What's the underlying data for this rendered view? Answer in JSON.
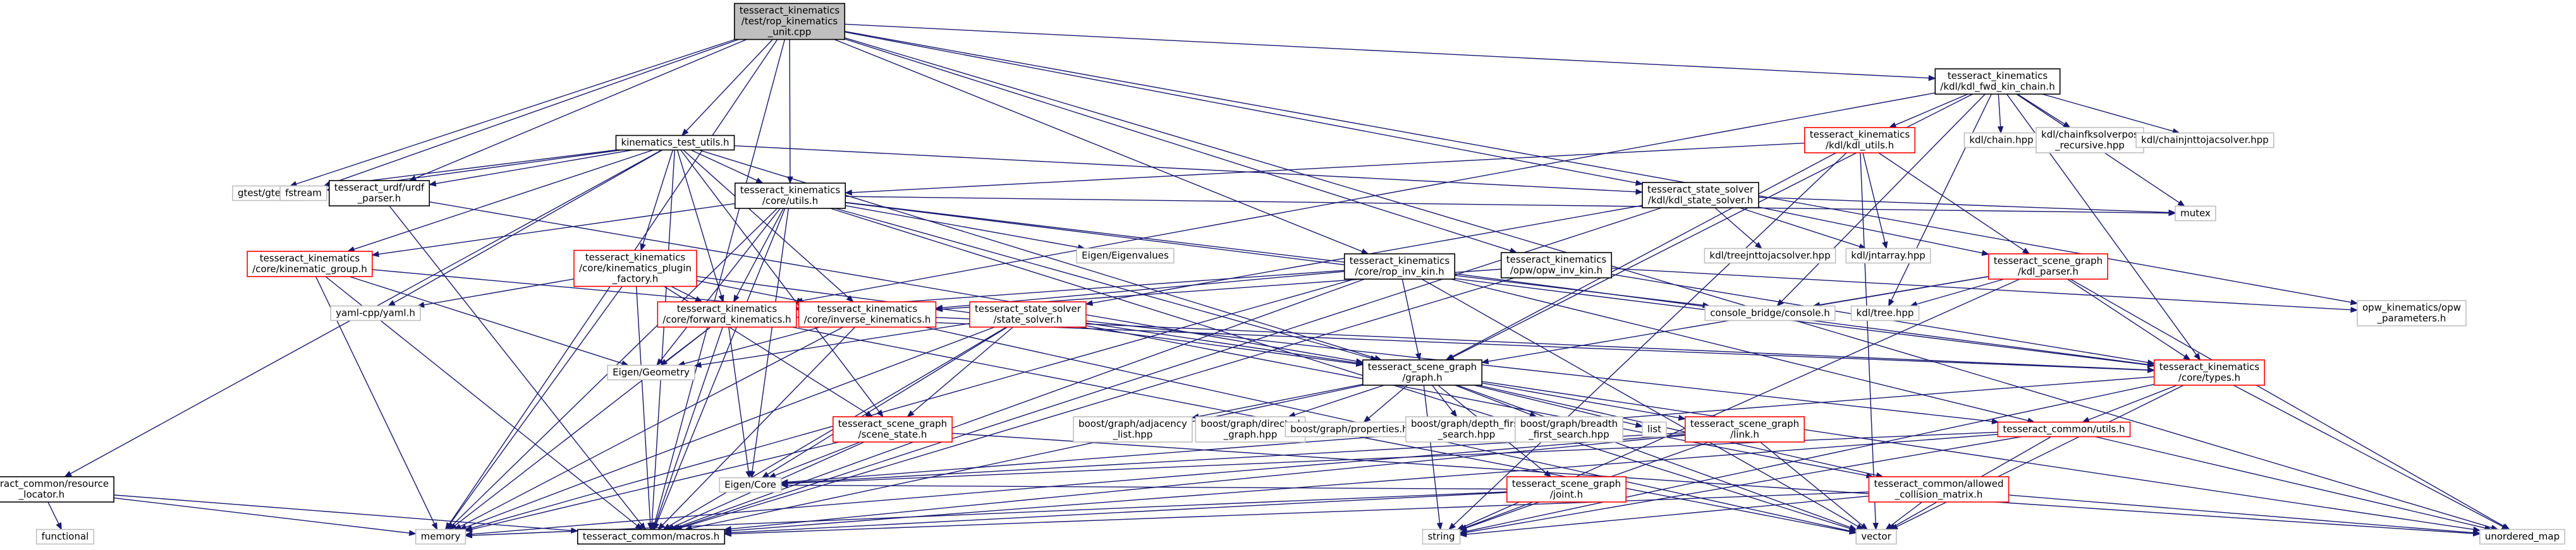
{
  "colors": {
    "edge": "#191970",
    "root_fill": "#bfbfbf",
    "linked_border": "#000000",
    "documented_border": "#ff0000",
    "external_border": "#bfbfbf",
    "text": "#000000"
  },
  "nodes": [
    {
      "id": "root",
      "lines": [
        "tesseract_kinematics",
        "/test/rop_kinematics",
        "_unit.cpp"
      ],
      "kind": "root"
    },
    {
      "id": "kdl_fwd_kin_chain",
      "lines": [
        "tesseract_kinematics",
        "/kdl/kdl_fwd_kin_chain.h"
      ],
      "kind": "linked"
    },
    {
      "id": "kinematics_test_utils",
      "lines": [
        "kinematics_test_utils.h"
      ],
      "kind": "linked"
    },
    {
      "id": "kdl_utils",
      "lines": [
        "tesseract_kinematics",
        "/kdl/kdl_utils.h"
      ],
      "kind": "documented"
    },
    {
      "id": "kdl_chain",
      "lines": [
        "kdl/chain.hpp"
      ],
      "kind": "external"
    },
    {
      "id": "kdl_chainfksolverpos",
      "lines": [
        "kdl/chainfksolverpos",
        "_recursive.hpp"
      ],
      "kind": "external"
    },
    {
      "id": "kdl_chainjnttojacsolver",
      "lines": [
        "kdl/chainjnttojacsolver.hpp"
      ],
      "kind": "external"
    },
    {
      "id": "gtest",
      "lines": [
        "gtest/gtest.h"
      ],
      "kind": "external"
    },
    {
      "id": "fstream",
      "lines": [
        "fstream"
      ],
      "kind": "external"
    },
    {
      "id": "urdf_parser",
      "lines": [
        "tesseract_urdf/urdf",
        "_parser.h"
      ],
      "kind": "linked"
    },
    {
      "id": "core_utils",
      "lines": [
        "tesseract_kinematics",
        "/core/utils.h"
      ],
      "kind": "linked"
    },
    {
      "id": "kdl_state_solver",
      "lines": [
        "tesseract_state_solver",
        "/kdl/kdl_state_solver.h"
      ],
      "kind": "linked"
    },
    {
      "id": "mutex",
      "lines": [
        "mutex"
      ],
      "kind": "external"
    },
    {
      "id": "kinematic_group",
      "lines": [
        "tesseract_kinematics",
        "/core/kinematic_group.h"
      ],
      "kind": "documented"
    },
    {
      "id": "kinematics_plugin_factory",
      "lines": [
        "tesseract_kinematics",
        "/core/kinematics_plugin",
        "_factory.h"
      ],
      "kind": "documented"
    },
    {
      "id": "eigenvalues",
      "lines": [
        "Eigen/Eigenvalues"
      ],
      "kind": "external"
    },
    {
      "id": "rop_inv_kin",
      "lines": [
        "tesseract_kinematics",
        "/core/rop_inv_kin.h"
      ],
      "kind": "linked"
    },
    {
      "id": "opw_inv_kin",
      "lines": [
        "tesseract_kinematics",
        "/opw/opw_inv_kin.h"
      ],
      "kind": "linked"
    },
    {
      "id": "kdl_treejnttojacsolver",
      "lines": [
        "kdl/treejnttojacsolver.hpp"
      ],
      "kind": "external"
    },
    {
      "id": "kdl_jntarray",
      "lines": [
        "kdl/jntarray.hpp"
      ],
      "kind": "external"
    },
    {
      "id": "kdl_parser",
      "lines": [
        "tesseract_scene_graph",
        "/kdl_parser.h"
      ],
      "kind": "documented"
    },
    {
      "id": "opw_parameters",
      "lines": [
        "opw_kinematics/opw",
        "_parameters.h"
      ],
      "kind": "external"
    },
    {
      "id": "yaml_cpp",
      "lines": [
        "yaml-cpp/yaml.h"
      ],
      "kind": "external"
    },
    {
      "id": "forward_kinematics",
      "lines": [
        "tesseract_kinematics",
        "/core/forward_kinematics.h"
      ],
      "kind": "documented"
    },
    {
      "id": "inverse_kinematics",
      "lines": [
        "tesseract_kinematics",
        "/core/inverse_kinematics.h"
      ],
      "kind": "documented"
    },
    {
      "id": "state_solver",
      "lines": [
        "tesseract_state_solver",
        "/state_solver.h"
      ],
      "kind": "documented"
    },
    {
      "id": "console_bridge",
      "lines": [
        "console_bridge/console.h"
      ],
      "kind": "external"
    },
    {
      "id": "kdl_tree",
      "lines": [
        "kdl/tree.hpp"
      ],
      "kind": "external"
    },
    {
      "id": "eigen_geometry",
      "lines": [
        "Eigen/Geometry"
      ],
      "kind": "external"
    },
    {
      "id": "scene_graph_graph",
      "lines": [
        "tesseract_scene_graph",
        "/graph.h"
      ],
      "kind": "linked"
    },
    {
      "id": "core_types",
      "lines": [
        "tesseract_kinematics",
        "/core/types.h"
      ],
      "kind": "documented"
    },
    {
      "id": "boost_adjacency_list",
      "lines": [
        "boost/graph/adjacency",
        "_list.hpp"
      ],
      "kind": "external"
    },
    {
      "id": "boost_directed_graph",
      "lines": [
        "boost/graph/directed",
        "_graph.hpp"
      ],
      "kind": "external"
    },
    {
      "id": "boost_properties",
      "lines": [
        "boost/graph/properties.hpp"
      ],
      "kind": "external"
    },
    {
      "id": "boost_depth_first",
      "lines": [
        "boost/graph/depth_first",
        "_search.hpp"
      ],
      "kind": "external"
    },
    {
      "id": "boost_breadth_first",
      "lines": [
        "boost/graph/breadth",
        "_first_search.hpp"
      ],
      "kind": "external"
    },
    {
      "id": "list",
      "lines": [
        "list"
      ],
      "kind": "external"
    },
    {
      "id": "scene_graph_link",
      "lines": [
        "tesseract_scene_graph",
        "/link.h"
      ],
      "kind": "documented"
    },
    {
      "id": "scene_state",
      "lines": [
        "tesseract_scene_graph",
        "/scene_state.h"
      ],
      "kind": "documented"
    },
    {
      "id": "common_utils",
      "lines": [
        "tesseract_common/utils.h"
      ],
      "kind": "documented"
    },
    {
      "id": "resource_locator",
      "lines": [
        "tesseract_common/resource",
        "_locator.h"
      ],
      "kind": "linked"
    },
    {
      "id": "eigen_core",
      "lines": [
        "Eigen/Core"
      ],
      "kind": "external"
    },
    {
      "id": "scene_graph_joint",
      "lines": [
        "tesseract_scene_graph",
        "/joint.h"
      ],
      "kind": "documented"
    },
    {
      "id": "allowed_collision_matrix",
      "lines": [
        "tesseract_common/allowed",
        "_collision_matrix.h"
      ],
      "kind": "documented"
    },
    {
      "id": "functional",
      "lines": [
        "functional"
      ],
      "kind": "external"
    },
    {
      "id": "memory",
      "lines": [
        "memory"
      ],
      "kind": "external"
    },
    {
      "id": "common_macros",
      "lines": [
        "tesseract_common/macros.h"
      ],
      "kind": "linked"
    },
    {
      "id": "string",
      "lines": [
        "string"
      ],
      "kind": "external"
    },
    {
      "id": "vector",
      "lines": [
        "vector"
      ],
      "kind": "external"
    },
    {
      "id": "unordered_map",
      "lines": [
        "unordered_map"
      ],
      "kind": "external"
    }
  ],
  "edges": [
    [
      "root",
      "kdl_fwd_kin_chain"
    ],
    [
      "root",
      "kinematics_test_utils"
    ],
    [
      "root",
      "gtest"
    ],
    [
      "root",
      "fstream"
    ],
    [
      "root",
      "urdf_parser"
    ],
    [
      "root",
      "core_utils"
    ],
    [
      "root",
      "kdl_state_solver"
    ],
    [
      "root",
      "rop_inv_kin"
    ],
    [
      "root",
      "opw_inv_kin"
    ],
    [
      "root",
      "opw_parameters"
    ],
    [
      "root",
      "memory"
    ],
    [
      "root",
      "common_macros"
    ],
    [
      "root",
      "unordered_map"
    ],
    [
      "kdl_fwd_kin_chain",
      "kdl_utils"
    ],
    [
      "kdl_fwd_kin_chain",
      "kdl_chain"
    ],
    [
      "kdl_fwd_kin_chain",
      "kdl_chainfksolverpos"
    ],
    [
      "kdl_fwd_kin_chain",
      "kdl_chainjnttojacsolver"
    ],
    [
      "kdl_fwd_kin_chain",
      "mutex"
    ],
    [
      "kdl_fwd_kin_chain",
      "console_bridge"
    ],
    [
      "kdl_fwd_kin_chain",
      "kdl_tree"
    ],
    [
      "kdl_fwd_kin_chain",
      "forward_kinematics"
    ],
    [
      "kdl_fwd_kin_chain",
      "core_types"
    ],
    [
      "kdl_fwd_kin_chain",
      "scene_graph_graph"
    ],
    [
      "kdl_utils",
      "kdl_parser"
    ],
    [
      "kdl_utils",
      "kdl_jntarray"
    ],
    [
      "kdl_utils",
      "core_utils"
    ],
    [
      "kdl_utils",
      "vector"
    ],
    [
      "kdl_utils",
      "string"
    ],
    [
      "kdl_utils",
      "scene_graph_graph"
    ],
    [
      "kinematics_test_utils",
      "gtest"
    ],
    [
      "kinematics_test_utils",
      "fstream"
    ],
    [
      "kinematics_test_utils",
      "urdf_parser"
    ],
    [
      "kinematics_test_utils",
      "core_utils"
    ],
    [
      "kinematics_test_utils",
      "kinematic_group"
    ],
    [
      "kinematics_test_utils",
      "kinematics_plugin_factory"
    ],
    [
      "kinematics_test_utils",
      "forward_kinematics"
    ],
    [
      "kinematics_test_utils",
      "inverse_kinematics"
    ],
    [
      "kinematics_test_utils",
      "yaml_cpp"
    ],
    [
      "kinematics_test_utils",
      "resource_locator"
    ],
    [
      "kinematics_test_utils",
      "common_macros"
    ],
    [
      "kinematics_test_utils",
      "scene_graph_graph"
    ],
    [
      "kinematics_test_utils",
      "scene_state"
    ],
    [
      "kinematics_test_utils",
      "kdl_state_solver"
    ],
    [
      "urdf_parser",
      "scene_graph_graph"
    ],
    [
      "urdf_parser",
      "common_macros"
    ],
    [
      "core_utils",
      "kinematic_group"
    ],
    [
      "core_utils",
      "forward_kinematics"
    ],
    [
      "core_utils",
      "eigenvalues"
    ],
    [
      "core_utils",
      "eigen_geometry"
    ],
    [
      "core_utils",
      "eigen_core"
    ],
    [
      "core_utils",
      "core_types"
    ],
    [
      "core_utils",
      "console_bridge"
    ],
    [
      "core_utils",
      "scene_graph_graph"
    ],
    [
      "core_utils",
      "vector"
    ],
    [
      "core_utils",
      "memory"
    ],
    [
      "core_utils",
      "common_macros"
    ],
    [
      "core_utils",
      "mutex"
    ],
    [
      "kdl_state_solver",
      "kdl_parser"
    ],
    [
      "kdl_state_solver",
      "state_solver"
    ],
    [
      "kdl_state_solver",
      "kdl_treejnttojacsolver"
    ],
    [
      "kdl_state_solver",
      "kdl_jntarray"
    ],
    [
      "kdl_state_solver",
      "mutex"
    ],
    [
      "kdl_state_solver",
      "common_macros"
    ],
    [
      "kinematic_group",
      "inverse_kinematics"
    ],
    [
      "kinematic_group",
      "eigen_geometry"
    ],
    [
      "kinematic_group",
      "memory"
    ],
    [
      "kinematic_group",
      "common_macros"
    ],
    [
      "kinematics_plugin_factory",
      "forward_kinematics"
    ],
    [
      "kinematics_plugin_factory",
      "inverse_kinematics"
    ],
    [
      "kinematics_plugin_factory",
      "yaml_cpp"
    ],
    [
      "kinematics_plugin_factory",
      "scene_graph_graph"
    ],
    [
      "kinematics_plugin_factory",
      "scene_state"
    ],
    [
      "kinematics_plugin_factory",
      "common_macros"
    ],
    [
      "kinematics_plugin_factory",
      "memory"
    ],
    [
      "rop_inv_kin",
      "inverse_kinematics"
    ],
    [
      "rop_inv_kin",
      "forward_kinematics"
    ],
    [
      "rop_inv_kin",
      "scene_graph_graph"
    ],
    [
      "rop_inv_kin",
      "core_types"
    ],
    [
      "rop_inv_kin",
      "common_macros"
    ],
    [
      "rop_inv_kin",
      "memory"
    ],
    [
      "rop_inv_kin",
      "common_utils"
    ],
    [
      "rop_inv_kin",
      "vector"
    ],
    [
      "opw_inv_kin",
      "inverse_kinematics"
    ],
    [
      "opw_inv_kin",
      "opw_parameters"
    ],
    [
      "opw_inv_kin",
      "common_macros"
    ],
    [
      "opw_inv_kin",
      "core_types"
    ],
    [
      "kdl_parser",
      "console_bridge"
    ],
    [
      "kdl_parser",
      "kdl_tree"
    ],
    [
      "kdl_parser",
      "scene_graph_graph"
    ],
    [
      "kdl_parser",
      "core_types"
    ],
    [
      "kdl_parser",
      "unordered_map"
    ],
    [
      "kdl_parser",
      "string"
    ],
    [
      "forward_kinematics",
      "eigen_geometry"
    ],
    [
      "forward_kinematics",
      "eigen_core"
    ],
    [
      "forward_kinematics",
      "core_types"
    ],
    [
      "forward_kinematics",
      "memory"
    ],
    [
      "forward_kinematics",
      "common_macros"
    ],
    [
      "forward_kinematics",
      "vector"
    ],
    [
      "inverse_kinematics",
      "eigen_geometry"
    ],
    [
      "inverse_kinematics",
      "core_types"
    ],
    [
      "inverse_kinematics",
      "memory"
    ],
    [
      "inverse_kinematics",
      "common_macros"
    ],
    [
      "inverse_kinematics",
      "vector"
    ],
    [
      "state_solver",
      "scene_graph_graph"
    ],
    [
      "state_solver",
      "scene_state"
    ],
    [
      "state_solver",
      "eigen_geometry"
    ],
    [
      "state_solver",
      "common_macros"
    ],
    [
      "state_solver",
      "memory"
    ],
    [
      "state_solver",
      "allowed_collision_matrix"
    ],
    [
      "state_solver",
      "common_utils"
    ],
    [
      "state_solver",
      "eigen_core"
    ],
    [
      "scene_graph_graph",
      "boost_adjacency_list"
    ],
    [
      "scene_graph_graph",
      "boost_directed_graph"
    ],
    [
      "scene_graph_graph",
      "boost_properties"
    ],
    [
      "scene_graph_graph",
      "boost_depth_first"
    ],
    [
      "scene_graph_graph",
      "boost_breadth_first"
    ],
    [
      "scene_graph_graph",
      "list"
    ],
    [
      "scene_graph_graph",
      "scene_graph_link"
    ],
    [
      "scene_graph_graph",
      "scene_graph_joint"
    ],
    [
      "scene_graph_graph",
      "allowed_collision_matrix"
    ],
    [
      "scene_graph_graph",
      "common_macros"
    ],
    [
      "scene_graph_graph",
      "string"
    ],
    [
      "scene_graph_graph",
      "vector"
    ],
    [
      "scene_graph_graph",
      "unordered_map"
    ],
    [
      "core_types",
      "common_utils"
    ],
    [
      "core_types",
      "eigen_core"
    ],
    [
      "core_types",
      "vector"
    ],
    [
      "core_types",
      "string"
    ],
    [
      "core_types",
      "unordered_map"
    ],
    [
      "scene_graph_link",
      "eigen_core"
    ],
    [
      "scene_graph_link",
      "common_macros"
    ],
    [
      "scene_graph_link",
      "vector"
    ],
    [
      "scene_graph_link",
      "memory"
    ],
    [
      "scene_graph_link",
      "string"
    ],
    [
      "scene_state",
      "eigen_core"
    ],
    [
      "scene_state",
      "common_macros"
    ],
    [
      "scene_state",
      "memory"
    ],
    [
      "scene_state",
      "unordered_map"
    ],
    [
      "common_utils",
      "eigen_core"
    ],
    [
      "common_utils",
      "common_macros"
    ],
    [
      "common_utils",
      "vector"
    ],
    [
      "common_utils",
      "string"
    ],
    [
      "common_utils",
      "unordered_map"
    ],
    [
      "resource_locator",
      "functional"
    ],
    [
      "resource_locator",
      "memory"
    ],
    [
      "resource_locator",
      "common_macros"
    ],
    [
      "scene_graph_joint",
      "eigen_core"
    ],
    [
      "scene_graph_joint",
      "common_macros"
    ],
    [
      "scene_graph_joint",
      "memory"
    ],
    [
      "scene_graph_joint",
      "string"
    ],
    [
      "allowed_collision_matrix",
      "common_macros"
    ],
    [
      "allowed_collision_matrix",
      "vector"
    ],
    [
      "allowed_collision_matrix",
      "string"
    ],
    [
      "allowed_collision_matrix",
      "unordered_map"
    ]
  ]
}
